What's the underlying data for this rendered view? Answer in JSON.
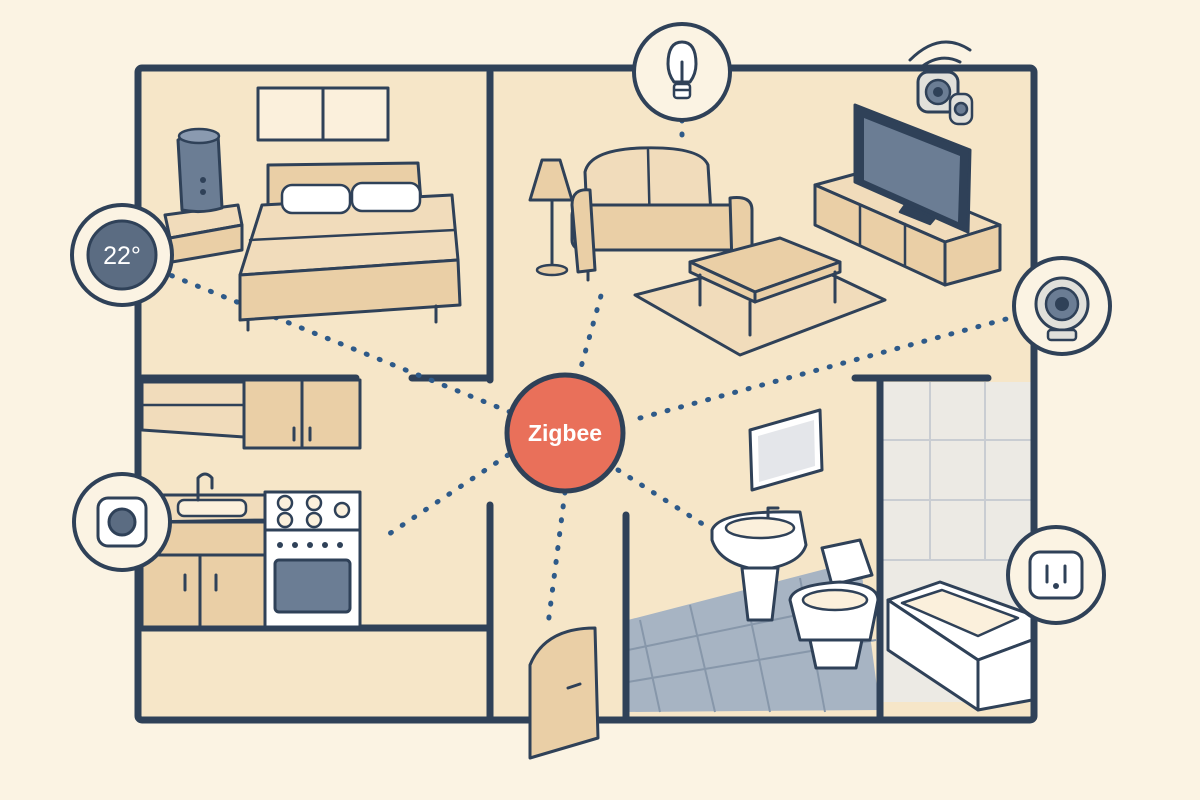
{
  "hub": {
    "label": "Zigbee",
    "color": "#e9705a"
  },
  "thermostat": {
    "reading": "22°"
  },
  "devices": [
    {
      "name": "thermostat",
      "icon": "thermostat-icon"
    },
    {
      "name": "light-bulb",
      "icon": "light-bulb-icon"
    },
    {
      "name": "smart-speaker",
      "icon": "speaker-icon"
    },
    {
      "name": "camera",
      "icon": "camera-icon"
    },
    {
      "name": "wall-switch",
      "icon": "switch-icon"
    },
    {
      "name": "smart-plug",
      "icon": "plug-icon"
    }
  ],
  "rooms": [
    "bedroom",
    "living-room",
    "kitchen",
    "bathroom"
  ],
  "colors": {
    "walls": "#2f4158",
    "floor": "#f6e6c8",
    "furniture": "#eacfa6",
    "connection": "#2e5a89",
    "tile": "#a7b4c3"
  }
}
